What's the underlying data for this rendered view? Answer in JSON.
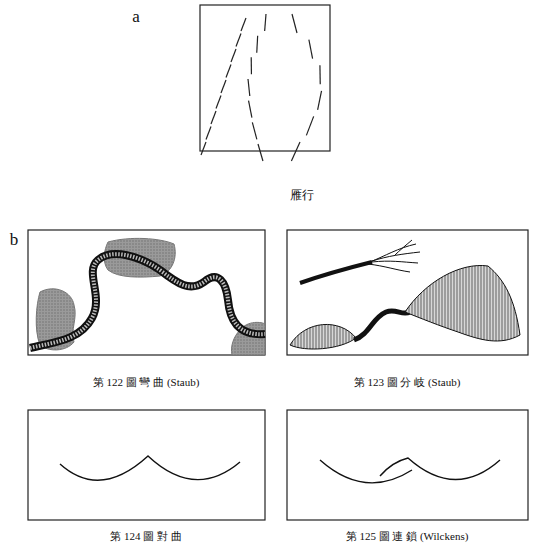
{
  "diagram": {
    "labels": [
      "a",
      "雁行",
      "b",
      "第 122 圖 彎 曲 (Staub)",
      "第 123 圖 分 岐 (Staub)",
      "第 124 圖 對 曲",
      "第 125 圖 連 鎖 (Wilckens)"
    ]
  }
}
